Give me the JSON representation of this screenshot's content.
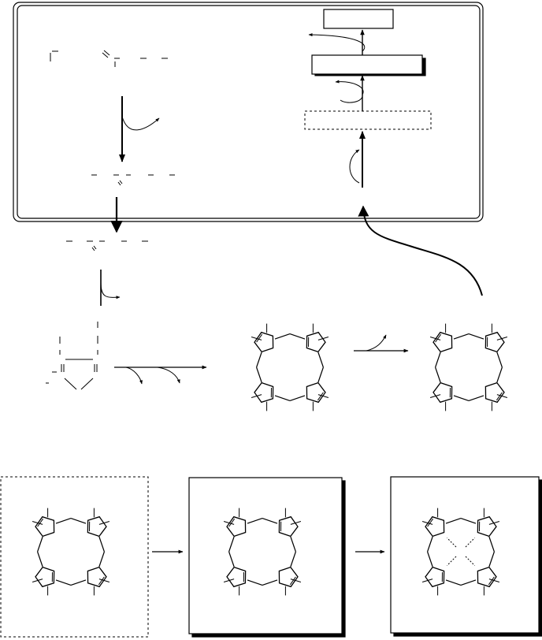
{
  "diagram": {
    "title": "",
    "description_visible_text": []
  },
  "colors": {
    "stroke": "#000000",
    "background": "#ffffff",
    "dashed_stroke": "#000000"
  },
  "elements": {
    "top_panel": {
      "kind": "frame"
    },
    "label_boxes": [
      {
        "name": "top-right-box-1",
        "text": ""
      },
      {
        "name": "top-right-box-2",
        "text": ""
      },
      {
        "name": "top-right-box-3-dashed",
        "text": ""
      }
    ],
    "porphyrin_panels": [
      {
        "name": "uroporphyrinogen-like-dashed-box",
        "style": "dashed"
      },
      {
        "name": "intermediate-box",
        "style": "solid-shadow"
      },
      {
        "name": "metallated-box",
        "style": "solid-shadow"
      }
    ]
  }
}
